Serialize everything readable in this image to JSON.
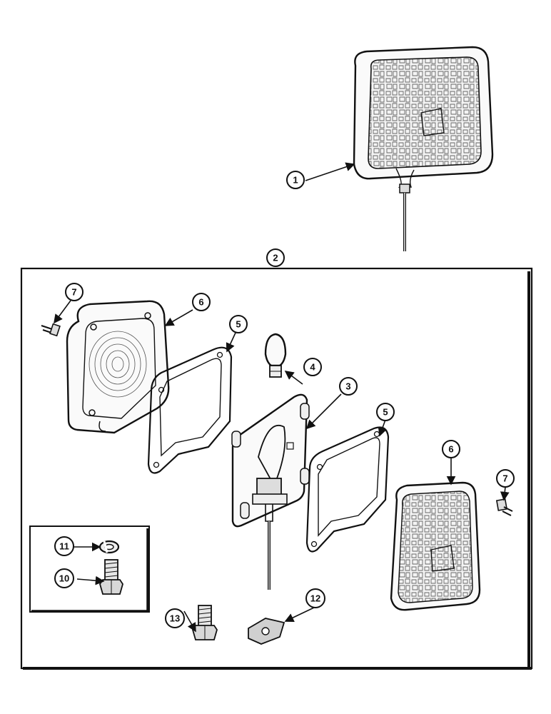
{
  "callouts": [
    {
      "id": "c1",
      "label": "1"
    },
    {
      "id": "c2",
      "label": "2"
    },
    {
      "id": "c3",
      "label": "3"
    },
    {
      "id": "c4",
      "label": "4"
    },
    {
      "id": "c5a",
      "label": "5"
    },
    {
      "id": "c5b",
      "label": "5"
    },
    {
      "id": "c6a",
      "label": "6"
    },
    {
      "id": "c6b",
      "label": "6"
    },
    {
      "id": "c7a",
      "label": "7"
    },
    {
      "id": "c7b",
      "label": "7"
    },
    {
      "id": "c10",
      "label": "10"
    },
    {
      "id": "c11",
      "label": "11"
    },
    {
      "id": "c12",
      "label": "12"
    },
    {
      "id": "c13",
      "label": "13"
    }
  ]
}
